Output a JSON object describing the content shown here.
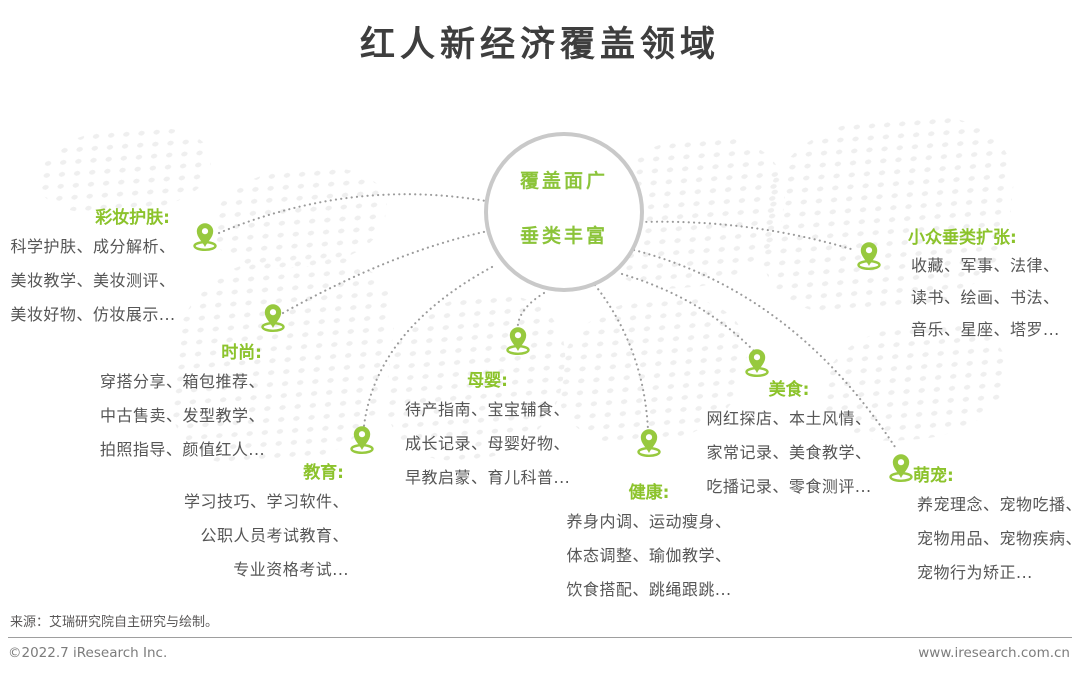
{
  "title": "红人新经济覆盖领域",
  "center_circle": {
    "line1": "覆盖面广",
    "line2": "垂类丰富"
  },
  "colors": {
    "accent_green": "#8cc32c",
    "connector_gray": "#9b9b9b",
    "circle_border": "#c9c9c9",
    "title_text": "#3e3e3e",
    "body_text": "#565656"
  },
  "categories": [
    {
      "label": "彩妆护肤:",
      "lines": [
        "科学护肤、成分解析、",
        "美妆教学、美妆测评、",
        "美妆好物、仿妆展示..."
      ]
    },
    {
      "label": "时尚:",
      "lines": [
        "穿搭分享、箱包推荐、",
        "中古售卖、发型教学、",
        "拍照指导、颜值红人..."
      ]
    },
    {
      "label": "教育:",
      "lines": [
        "学习技巧、学习软件、",
        "公职人员考试教育、",
        "专业资格考试..."
      ]
    },
    {
      "label": "母婴:",
      "lines": [
        "待产指南、宝宝辅食、",
        "成长记录、母婴好物、",
        "早教启蒙、育儿科普..."
      ]
    },
    {
      "label": "健康:",
      "lines": [
        "养身内调、运动瘦身、",
        "体态调整、瑜伽教学、",
        "饮食搭配、跳绳跟跳..."
      ]
    },
    {
      "label": "美食:",
      "lines": [
        "网红探店、本土风情、",
        "家常记录、美食教学、",
        "吃播记录、零食测评..."
      ]
    },
    {
      "label": "萌宠:",
      "lines": [
        "养宠理念、宠物吃播、",
        "宠物用品、宠物疾病、",
        "宠物行为矫正..."
      ]
    },
    {
      "label": "小众垂类扩张:",
      "lines": [
        "收藏、军事、法律、",
        "读书、绘画、书法、",
        "音乐、星座、塔罗..."
      ]
    }
  ],
  "icons": {
    "pin": "location-pin-icon"
  },
  "footer": {
    "source": "来源：艾瑞研究院自主研究与绘制。",
    "copyright": "©2022.7 iResearch Inc.",
    "website": "www.iresearch.com.cn"
  }
}
